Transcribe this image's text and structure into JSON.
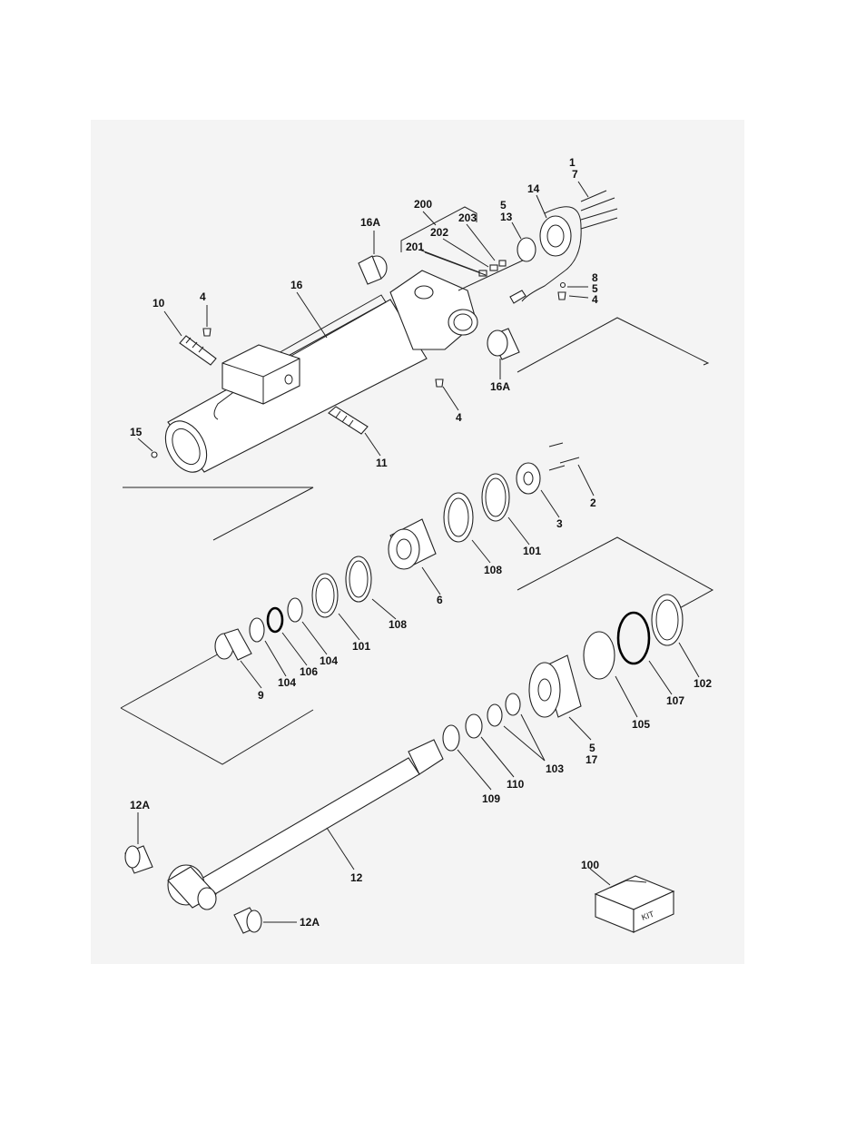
{
  "figure": {
    "callouts": [
      {
        "id": "c-1",
        "text": "1"
      },
      {
        "id": "c-7",
        "text": "7"
      },
      {
        "id": "c-14",
        "text": "14"
      },
      {
        "id": "c-200",
        "text": "200"
      },
      {
        "id": "c-5a",
        "text": "5"
      },
      {
        "id": "c-13",
        "text": "13"
      },
      {
        "id": "c-203",
        "text": "203"
      },
      {
        "id": "c-202",
        "text": "202"
      },
      {
        "id": "c-201",
        "text": "201"
      },
      {
        "id": "c-16a-top",
        "text": "16A"
      },
      {
        "id": "c-8",
        "text": "8"
      },
      {
        "id": "c-5b",
        "text": "5"
      },
      {
        "id": "c-4a",
        "text": "4"
      },
      {
        "id": "c-10",
        "text": "10"
      },
      {
        "id": "c-4b",
        "text": "4"
      },
      {
        "id": "c-16",
        "text": "16"
      },
      {
        "id": "c-16a-right",
        "text": "16A"
      },
      {
        "id": "c-4c",
        "text": "4"
      },
      {
        "id": "c-15",
        "text": "15"
      },
      {
        "id": "c-11",
        "text": "11"
      },
      {
        "id": "c-2",
        "text": "2"
      },
      {
        "id": "c-3",
        "text": "3"
      },
      {
        "id": "c-101a",
        "text": "101"
      },
      {
        "id": "c-108a",
        "text": "108"
      },
      {
        "id": "c-6",
        "text": "6"
      },
      {
        "id": "c-108b",
        "text": "108"
      },
      {
        "id": "c-101b",
        "text": "101"
      },
      {
        "id": "c-104a",
        "text": "104"
      },
      {
        "id": "c-106",
        "text": "106"
      },
      {
        "id": "c-104b",
        "text": "104"
      },
      {
        "id": "c-9",
        "text": "9"
      },
      {
        "id": "c-102",
        "text": "102"
      },
      {
        "id": "c-107",
        "text": "107"
      },
      {
        "id": "c-105",
        "text": "105"
      },
      {
        "id": "c-5c",
        "text": "5"
      },
      {
        "id": "c-17",
        "text": "17"
      },
      {
        "id": "c-103",
        "text": "103"
      },
      {
        "id": "c-110",
        "text": "110"
      },
      {
        "id": "c-109",
        "text": "109"
      },
      {
        "id": "c-12a-top",
        "text": "12A"
      },
      {
        "id": "c-12",
        "text": "12"
      },
      {
        "id": "c-12a-bottom",
        "text": "12A"
      },
      {
        "id": "c-100",
        "text": "100"
      }
    ],
    "kit_label": "KIT"
  }
}
